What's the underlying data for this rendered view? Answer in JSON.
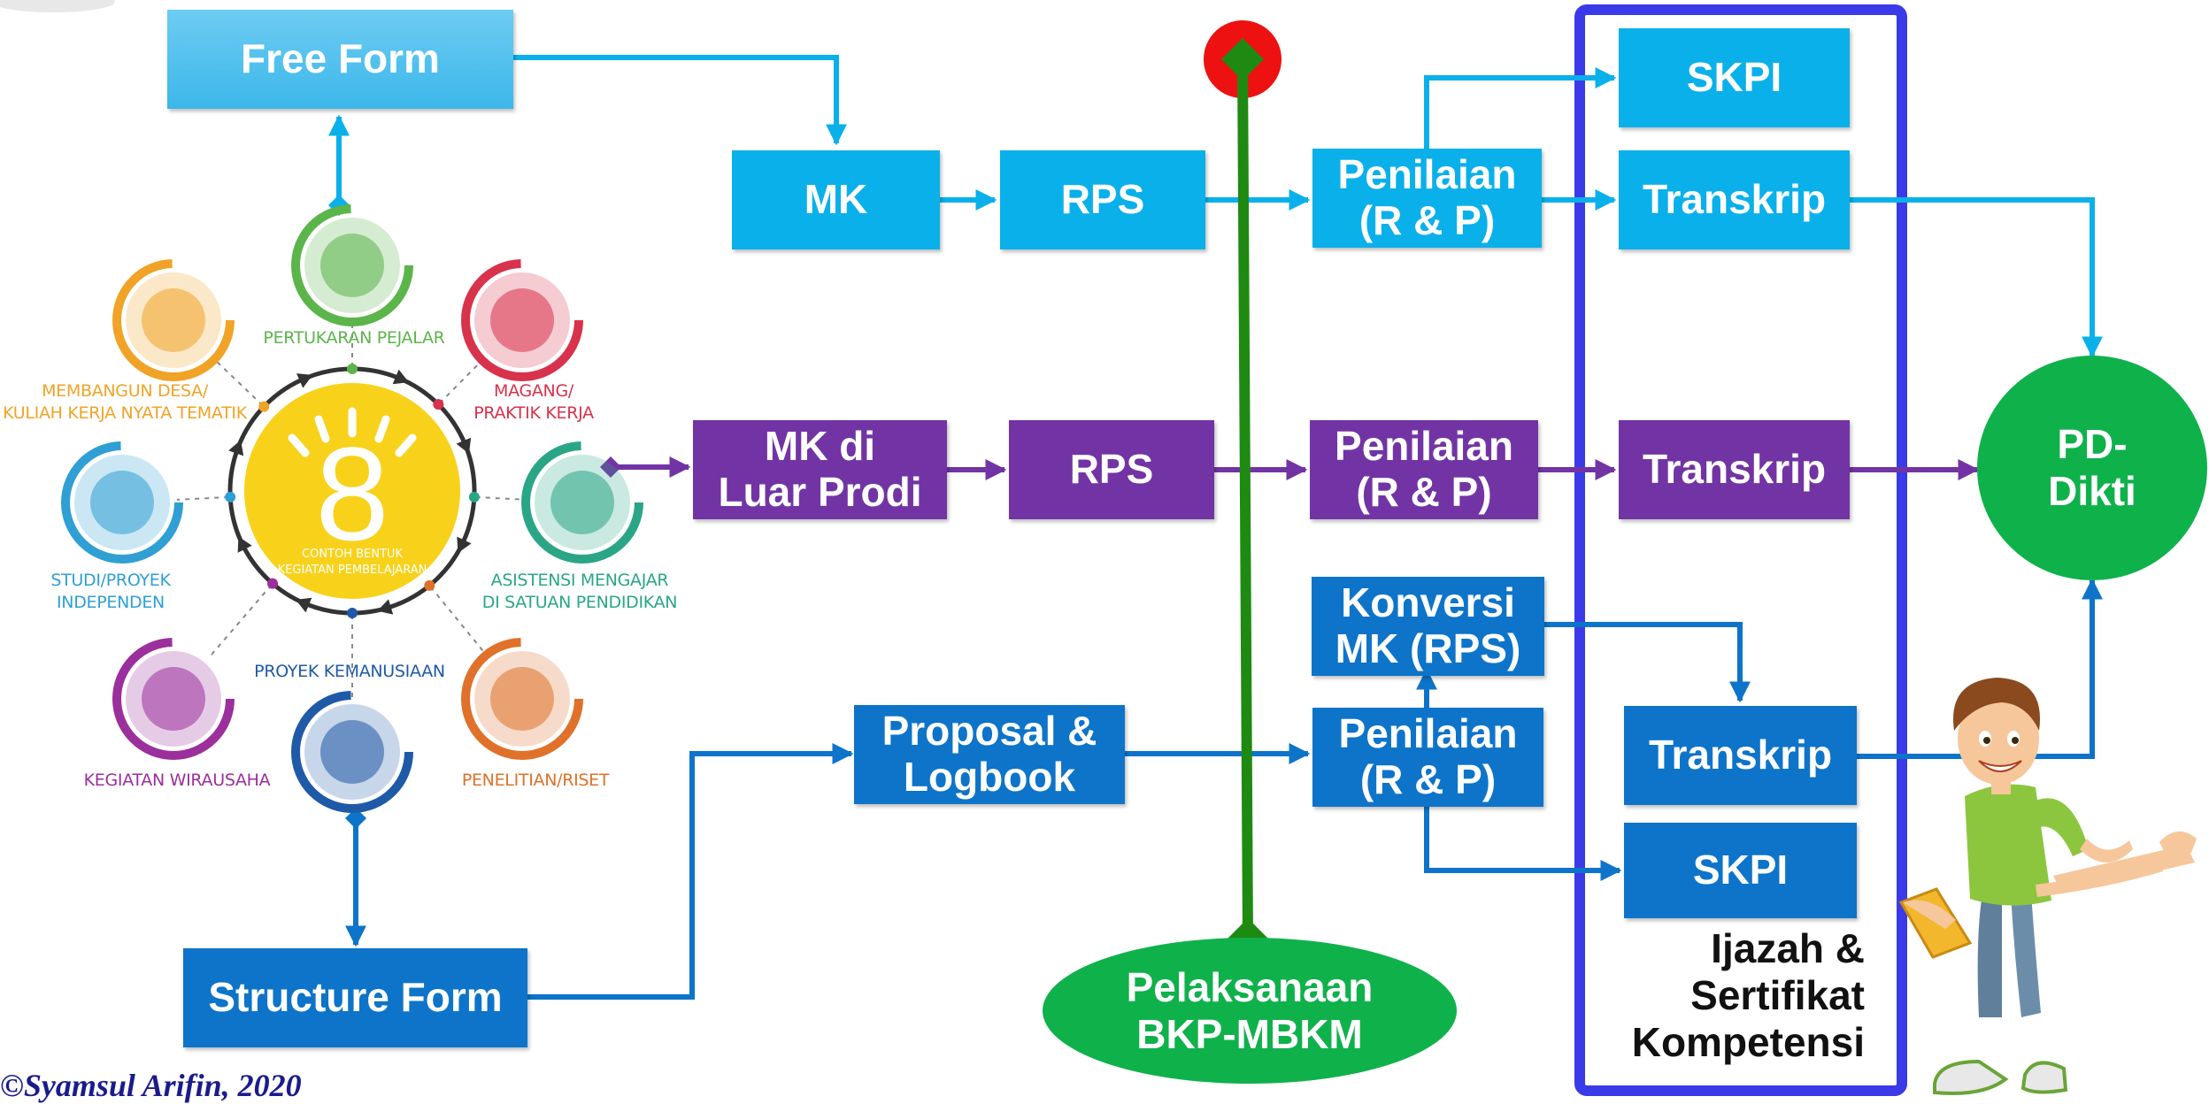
{
  "diagram": {
    "forms": {
      "free_form": "Free Form",
      "structure_form": "Structure Form"
    },
    "top_row": {
      "mk": "MK",
      "rps": "RPS",
      "penilaian": "Penilaian\n(R & P)",
      "skpi": "SKPI",
      "transkrip": "Transkrip"
    },
    "middle_row": {
      "mk_luar": "MK di\nLuar Prodi",
      "rps": "RPS",
      "penilaian": "Penilaian\n(R & P)",
      "transkrip": "Transkrip"
    },
    "bottom_row": {
      "konversi": "Konversi\nMK (RPS)",
      "proposal": "Proposal &\nLogbook",
      "penilaian": "Penilaian\n(R & P)",
      "transkrip": "Transkrip",
      "skpi": "SKPI"
    },
    "pd_dikti": "PD-\nDikti",
    "pelaksanaan": "Pelaksanaan\nBKP-MBKM",
    "ijazah": "Ijazah &\nSertifikat\nKompetensi",
    "copyright": "©Syamsul Arifin, 2020"
  },
  "activities": {
    "center_number": "8",
    "center_caption": "CONTOH BENTUK\nKEGIATAN PEMBELAJARAN",
    "items": [
      {
        "label": "PERTUKARAN PEJALAR",
        "color": "#5bb54a"
      },
      {
        "label": "MAGANG/\nPRAKTIK KERJA",
        "color": "#d8324c"
      },
      {
        "label": "ASISTENSI MENGAJAR\nDI SATUAN PENDIDIKAN",
        "color": "#2aa687"
      },
      {
        "label": "PENELITIAN/RISET",
        "color": "#e0712a"
      },
      {
        "label": "PROYEK KEMANUSIAAN",
        "color": "#1f5aa6"
      },
      {
        "label": "KEGIATAN WIRAUSAHA",
        "color": "#9b2f9c"
      },
      {
        "label": "STUDI/PROYEK\nINDEPENDEN",
        "color": "#2f9fd4"
      },
      {
        "label": "MEMBANGUN DESA/\nKULIAH KERJA NYATA TEMATIK",
        "color": "#f0a326"
      }
    ]
  },
  "colors": {
    "cyan": "#0ab0ea",
    "purple": "#7234a4",
    "blue": "#0d74c9",
    "green": "#0fb14b",
    "frame": "#3a3ae8",
    "timeline": "#1e8a12",
    "marker": "#ee1111"
  }
}
